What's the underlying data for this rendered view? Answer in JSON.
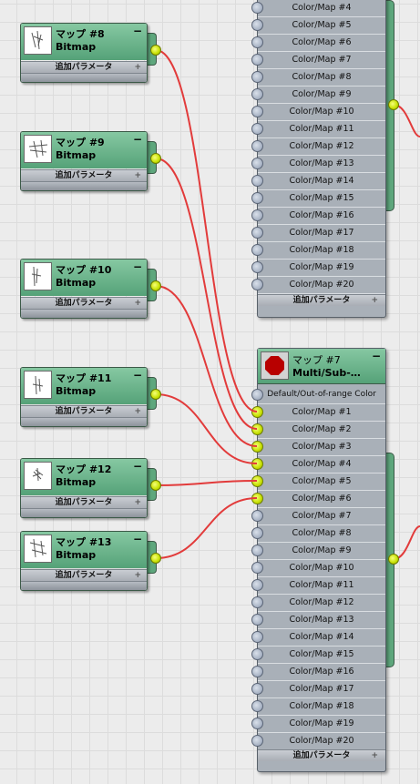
{
  "colors": {
    "wire": "#e23b3b",
    "node_header": "#6fba8f",
    "node_body": "#a9b0b8",
    "port_active": "#d4ee00",
    "port_inactive": "#8e9bb0"
  },
  "bitmap_nodes": [
    {
      "title": "マップ #8",
      "type": "Bitmap",
      "param_label": "追加パラメータ",
      "plus": "+",
      "minimize": "−"
    },
    {
      "title": "マップ #9",
      "type": "Bitmap",
      "param_label": "追加パラメータ",
      "plus": "+",
      "minimize": "−"
    },
    {
      "title": "マップ #10",
      "type": "Bitmap",
      "param_label": "追加パラメータ",
      "plus": "+",
      "minimize": "−"
    },
    {
      "title": "マップ #11",
      "type": "Bitmap",
      "param_label": "追加パラメータ",
      "plus": "+",
      "minimize": "−"
    },
    {
      "title": "マップ #12",
      "type": "Bitmap",
      "param_label": "追加パラメータ",
      "plus": "+",
      "minimize": "−"
    },
    {
      "title": "マップ #13",
      "type": "Bitmap",
      "param_label": "追加パラメータ",
      "plus": "+",
      "minimize": "−"
    }
  ],
  "top_partial_node": {
    "rows": [
      "Color/Map #4",
      "Color/Map #5",
      "Color/Map #6",
      "Color/Map #7",
      "Color/Map #8",
      "Color/Map #9",
      "Color/Map #10",
      "Color/Map #11",
      "Color/Map #12",
      "Color/Map #13",
      "Color/Map #14",
      "Color/Map #15",
      "Color/Map #16",
      "Color/Map #17",
      "Color/Map #18",
      "Color/Map #19",
      "Color/Map #20"
    ],
    "param_label": "追加パラメータ",
    "plus": "+"
  },
  "multi_node": {
    "title": "マップ #7",
    "type": "Multi/Sub-…",
    "minimize": "−",
    "rows": [
      "Default/Out-of-range Color",
      "Color/Map #1",
      "Color/Map #2",
      "Color/Map #3",
      "Color/Map #4",
      "Color/Map #5",
      "Color/Map #6",
      "Color/Map #7",
      "Color/Map #8",
      "Color/Map #9",
      "Color/Map #10",
      "Color/Map #11",
      "Color/Map #12",
      "Color/Map #13",
      "Color/Map #14",
      "Color/Map #15",
      "Color/Map #16",
      "Color/Map #17",
      "Color/Map #18",
      "Color/Map #19",
      "Color/Map #20"
    ],
    "connected_rows": [
      "Color/Map #1",
      "Color/Map #2",
      "Color/Map #3",
      "Color/Map #4",
      "Color/Map #5",
      "Color/Map #6"
    ],
    "param_label": "追加パラメータ",
    "plus": "+"
  },
  "connections": [
    {
      "from": "マップ #8",
      "to": "Color/Map #1"
    },
    {
      "from": "マップ #9",
      "to": "Color/Map #2"
    },
    {
      "from": "マップ #10",
      "to": "Color/Map #3"
    },
    {
      "from": "マップ #11",
      "to": "Color/Map #4"
    },
    {
      "from": "マップ #12",
      "to": "Color/Map #5"
    },
    {
      "from": "マップ #13",
      "to": "Color/Map #6"
    }
  ]
}
